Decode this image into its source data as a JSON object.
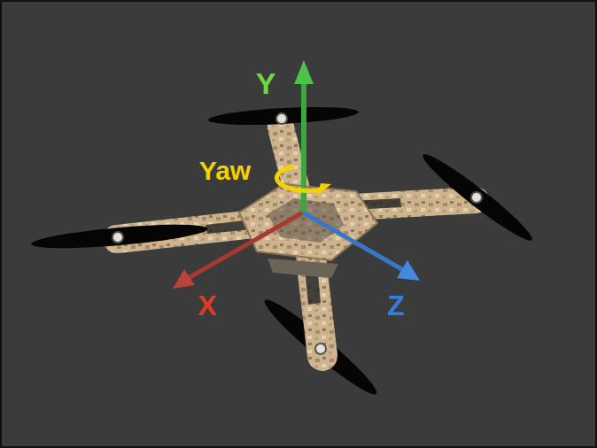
{
  "diagram": {
    "labels": [
      "Y",
      "Yaw",
      "X",
      "Z"
    ]
  }
}
